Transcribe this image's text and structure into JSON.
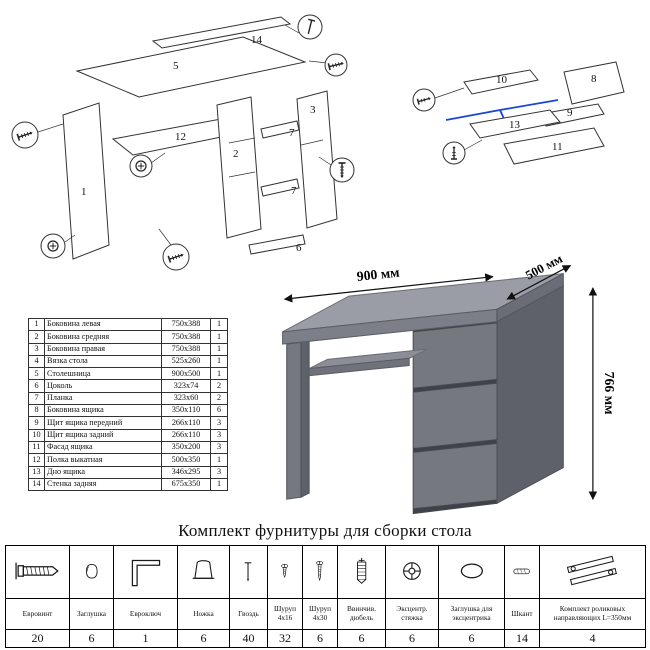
{
  "hardware_title": "Комплект фурнитуры для сборки стола",
  "parts_table": {
    "rows": [
      {
        "num": "1",
        "name": "Боковина левая",
        "size": "750x388",
        "qty": "1"
      },
      {
        "num": "2",
        "name": "Боковина средняя",
        "size": "750x388",
        "qty": "1"
      },
      {
        "num": "3",
        "name": "Боковина правая",
        "size": "750x388",
        "qty": "1"
      },
      {
        "num": "4",
        "name": "Вязка стола",
        "size": "525x260",
        "qty": "1"
      },
      {
        "num": "5",
        "name": "Столешница",
        "size": "900x500",
        "qty": "1"
      },
      {
        "num": "6",
        "name": "Цоколь",
        "size": "323x74",
        "qty": "2"
      },
      {
        "num": "7",
        "name": "Планка",
        "size": "323x60",
        "qty": "2"
      },
      {
        "num": "8",
        "name": "Боковина ящика",
        "size": "350x110",
        "qty": "6"
      },
      {
        "num": "9",
        "name": "Щит ящика передний",
        "size": "266x110",
        "qty": "3"
      },
      {
        "num": "10",
        "name": "Щит ящика задний",
        "size": "266x110",
        "qty": "3"
      },
      {
        "num": "11",
        "name": "Фасад ящика",
        "size": "350x200",
        "qty": "3"
      },
      {
        "num": "12",
        "name": "Полка выкатная",
        "size": "500x350",
        "qty": "1"
      },
      {
        "num": "13",
        "name": "Дно ящика",
        "size": "346x295",
        "qty": "3"
      },
      {
        "num": "14",
        "name": "Стенка задняя",
        "size": "675x350",
        "qty": "1"
      }
    ]
  },
  "hardware_table": {
    "items": [
      {
        "name": "Евровинт",
        "qty": "20",
        "icon": "euro-screw"
      },
      {
        "name": "Заглушка",
        "qty": "6",
        "icon": "cap"
      },
      {
        "name": "Евроключ",
        "qty": "1",
        "icon": "hex-key"
      },
      {
        "name": "Ножка",
        "qty": "6",
        "icon": "foot"
      },
      {
        "name": "Гвоздь",
        "qty": "40",
        "icon": "nail"
      },
      {
        "name": "Шуруп 4x16",
        "qty": "32",
        "icon": "screw-4x16"
      },
      {
        "name": "Шуруп 4x30",
        "qty": "6",
        "icon": "screw-4x30"
      },
      {
        "name": "Ввинчив. дюбель",
        "qty": "6",
        "icon": "screw-dowel"
      },
      {
        "name": "Эксцентр. стяжка",
        "qty": "6",
        "icon": "cam-lock"
      },
      {
        "name": "Заглушка для эксцентрика",
        "qty": "6",
        "icon": "cam-cap"
      },
      {
        "name": "Шкант",
        "qty": "14",
        "icon": "dowel"
      },
      {
        "name": "Комплект роликовых направляющих L=350мм",
        "qty": "4",
        "icon": "roller-slides"
      }
    ]
  },
  "desk_render": {
    "width_label": "900 мм",
    "depth_label": "500 мм",
    "height_label": "766 мм"
  },
  "exploded_desk": {
    "labels": {
      "p1": "1",
      "p2": "2",
      "p3": "3",
      "p5": "5",
      "p6": "6",
      "p7a": "7",
      "p7b": "7",
      "p12": "12",
      "p14": "14"
    }
  },
  "exploded_drawer": {
    "labels": {
      "p8": "8",
      "p9": "9",
      "p10": "10",
      "p11": "11",
      "p13": "13"
    }
  },
  "colors": {
    "desk_top": "#9a9da5",
    "desk_front": "#75787f",
    "desk_side": "#5e6169",
    "desk_gap": "#3f424a",
    "guide_blue": "#1a46d8"
  }
}
